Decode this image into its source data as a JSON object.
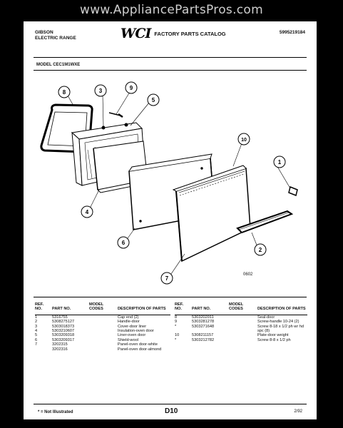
{
  "watermark": "www.AppliancePartsPros.com",
  "header": {
    "brand": "GIBSON",
    "product": "ELECTRIC RANGE",
    "logo": "WCI",
    "catalog": "FACTORY PARTS CATALOG",
    "catalog_number": "5995219184"
  },
  "model_label": "MODEL CEC1M1WXE",
  "diagram": {
    "callouts": [
      "8",
      "3",
      "9",
      "5",
      "10",
      "1",
      "4",
      "6",
      "2",
      "7"
    ],
    "code": "0602"
  },
  "parts_table": {
    "headers": {
      "ref": "REF. NO.",
      "part": "PART NO.",
      "model": "MODEL CODES",
      "desc": "DESCRIPTION OF PARTS"
    },
    "left_rows": [
      {
        "ref": "1",
        "part": "5316755",
        "codes": "",
        "desc": "Cap end (2)"
      },
      {
        "ref": "2",
        "part": "5308275127",
        "codes": "",
        "desc": "Handle-door"
      },
      {
        "ref": "3",
        "part": "5303018373",
        "codes": "",
        "desc": "Cover-door liner"
      },
      {
        "ref": "4",
        "part": "5303210607",
        "codes": "",
        "desc": "Insulation-oven door"
      },
      {
        "ref": "5",
        "part": "5303209318",
        "codes": "",
        "desc": "Liner-oven door"
      },
      {
        "ref": "6",
        "part": "5303209317",
        "codes": "",
        "desc": "Shield-wool"
      },
      {
        "ref": "7",
        "part": "3202315",
        "codes": "",
        "desc": "Panel-oven door-white"
      },
      {
        "ref": "",
        "part": "3202316",
        "codes": "",
        "desc": "Panel-oven door-almond"
      }
    ],
    "right_rows": [
      {
        "ref": "8",
        "part": "5303202011",
        "codes": "",
        "desc": "Seal-door"
      },
      {
        "ref": "9",
        "part": "5303281278",
        "codes": "",
        "desc": "Screw-handle 10-24 (2)"
      },
      {
        "ref": "*",
        "part": "5303271648",
        "codes": "",
        "desc": "Screw 8-18 x 1/2 ph wr hd spc (8)"
      },
      {
        "ref": "10",
        "part": "5308211157",
        "codes": "",
        "desc": "Plate-door weight"
      },
      {
        "ref": "*",
        "part": "5303212782",
        "codes": "",
        "desc": "Screw 8-8 x 1/2 ph"
      }
    ]
  },
  "footer": {
    "note": "* = Not Illustrated",
    "page": "D10",
    "date": "2/92"
  }
}
